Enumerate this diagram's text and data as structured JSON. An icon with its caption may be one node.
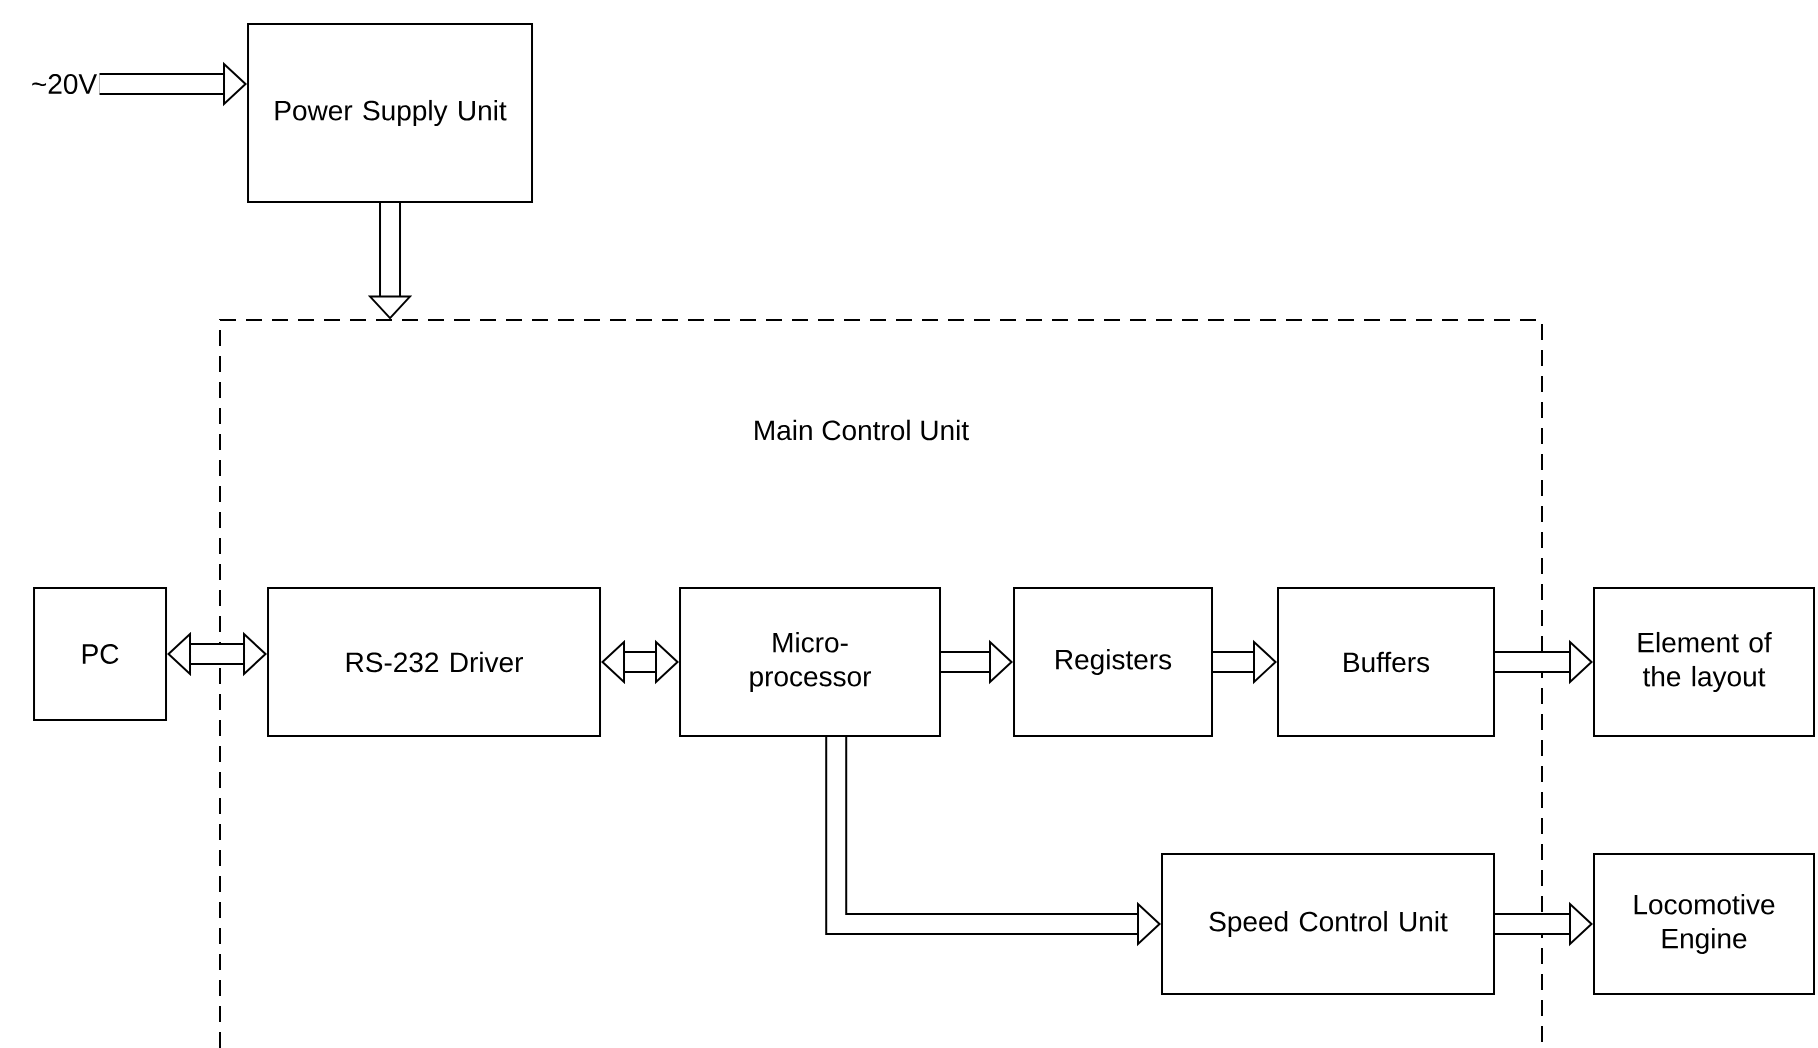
{
  "diagram": {
    "nodes": [
      {
        "text": [
          "~20V"
        ]
      },
      {
        "text": [
          "Power Supply Unit"
        ]
      },
      {
        "text": [
          "Main Control Unit"
        ]
      },
      {
        "text": [
          "PC"
        ]
      },
      {
        "text": [
          "RS-232 Driver"
        ],
        "in": 2
      },
      {
        "text": [
          "Micro- processor"
        ],
        "in": 2
      },
      {
        "text": [
          "Registers"
        ],
        "in": 2
      },
      {
        "text": [
          "Buffers"
        ],
        "in": 2
      },
      {
        "text": [
          "Element of the layout"
        ]
      },
      {
        "text": [
          "Speed Control Unit"
        ],
        "in": 2
      },
      {
        "text": [
          "Locomotive Engine"
        ]
      }
    ],
    "edges": [
      {
        "from": 0,
        "to": 1,
        "arrow": "to"
      },
      {
        "from": 1,
        "to": 2,
        "arrow": "to"
      },
      {
        "from": 3,
        "to": 4,
        "arrow": "both"
      },
      {
        "from": 4,
        "to": 5,
        "arrow": "both"
      },
      {
        "from": 5,
        "to": 6,
        "arrow": "to"
      },
      {
        "from": 6,
        "to": 7,
        "arrow": "to"
      },
      {
        "from": 7,
        "to": 8,
        "arrow": "to"
      },
      {
        "from": 5,
        "to": 9,
        "arrow": "to"
      },
      {
        "from": 9,
        "to": 10,
        "arrow": "to"
      }
    ]
  }
}
